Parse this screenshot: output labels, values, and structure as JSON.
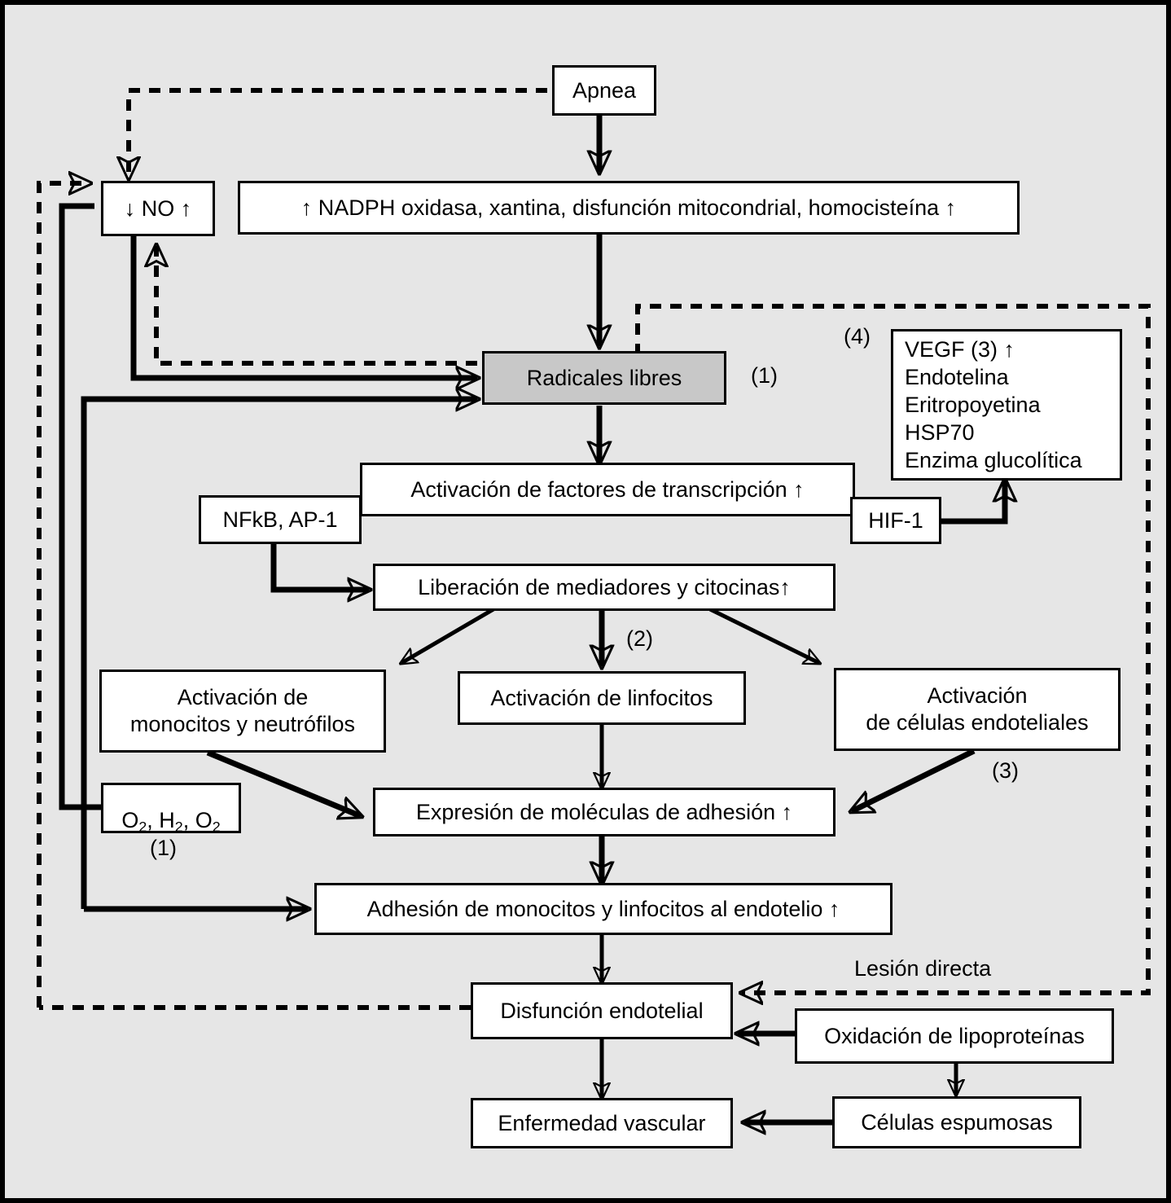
{
  "diagram": {
    "title": "Apnea oxidative stress and vascular disease pathway",
    "background_color": "#e6e6e6",
    "highlight_color": "#c8c8c8",
    "nodes": {
      "apnea": "Apnea",
      "no": "↓ NO ↑",
      "nadph": "↑ NADPH oxidasa, xantina, disfunción mitocondrial, homocisteína ↑",
      "radicales": "Radicales libres",
      "activacion_factores": "Activación de factores de transcripción ↑",
      "nfkb": "NFkB, AP-1",
      "hif1": "HIF-1",
      "liberacion": "Liberación de mediadores y citocinas↑",
      "monocitos": "Activación de\nmonocitos y neutrófilos",
      "linfocitos": "Activación de linfocitos",
      "endoteliales": "Activación\nde células endoteliales",
      "expresion": "Expresión de moléculas de adhesión ↑",
      "adhesion": "Adhesión de monocitos y linfocitos al endotelio ↑",
      "disfuncion": "Disfunción endotelial",
      "enfermedad": "Enfermedad vascular",
      "oxidacion": "Oxidación de lipoproteínas",
      "espumosas": "Células espumosas"
    },
    "oxygen_box": {
      "part1": "O",
      "sub1": "2",
      "sep1": ", H",
      "sub2": "2",
      "sep2": ", O",
      "sub3": "2"
    },
    "vegf_list": [
      "VEGF (3) ↑",
      "Endotelina",
      "Eritropoyetina",
      "HSP70",
      "Enzima glucolítica"
    ],
    "annotations": {
      "ref1_radicales": "(1)",
      "ref4_loop": "(4)",
      "ref2_liberacion": "(2)",
      "ref3_endoteliales": "(3)",
      "ref1_oxygen": "(1)",
      "lesion_directa": "Lesión directa"
    }
  }
}
